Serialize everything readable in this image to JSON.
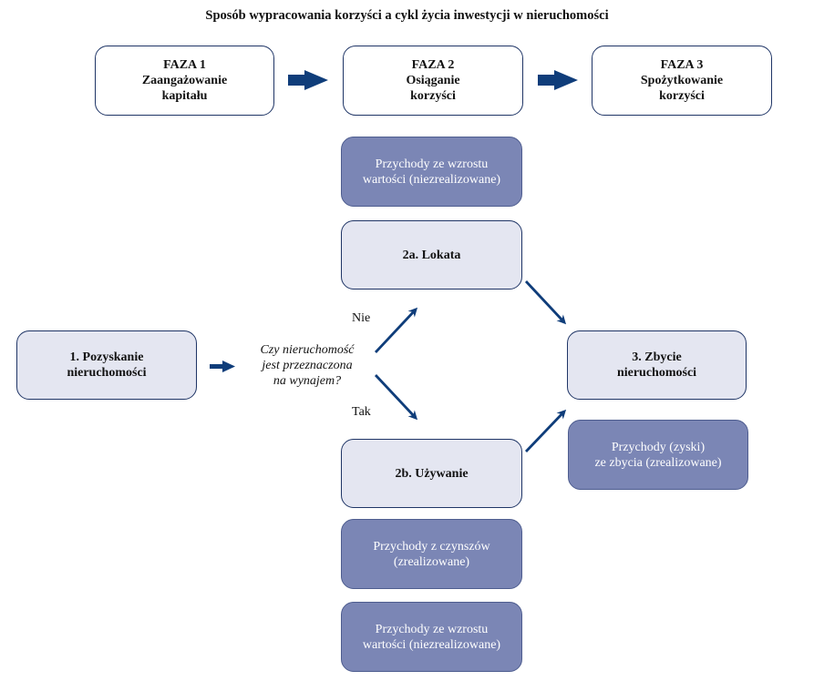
{
  "title": "Sposób wypracowania korzyści a cykl życia inwestycji w nieruchomości",
  "phases": [
    {
      "heading": "FAZA 1",
      "lines": [
        "Zaangażowanie",
        "kapitału"
      ]
    },
    {
      "heading": "FAZA 2",
      "lines": [
        "Osiąganie",
        "korzyści"
      ]
    },
    {
      "heading": "FAZA 3",
      "lines": [
        "Spożytkowanie",
        "korzyści"
      ]
    }
  ],
  "nodes": {
    "income_top": [
      "Przychody ze wzrostu",
      "wartości (niezrealizowane)"
    ],
    "lokata": [
      "2a. Lokata"
    ],
    "acquire": [
      "1. Pozyskanie",
      "nieruchomości"
    ],
    "question": [
      "Czy nieruchomość",
      "jest przeznaczona",
      "na wynajem?"
    ],
    "sale": [
      "3. Zbycie",
      "nieruchomości"
    ],
    "sale_income": [
      "Przychody (zyski)",
      "ze zbycia (zrealizowane)"
    ],
    "use": [
      "2b. Używanie"
    ],
    "rent_income": [
      "Przychody z czynszów",
      "(zrealizowane)"
    ],
    "income_bottom": [
      "Przychody ze wzrostu",
      "wartości (niezrealizowane)"
    ]
  },
  "labels": {
    "no": "Nie",
    "yes": "Tak"
  },
  "colors": {
    "dark_blue": "#0f3d7a",
    "light_fill": "#e4e6f1",
    "dark_fill": "#7b86b5",
    "border": "#1f3566"
  }
}
